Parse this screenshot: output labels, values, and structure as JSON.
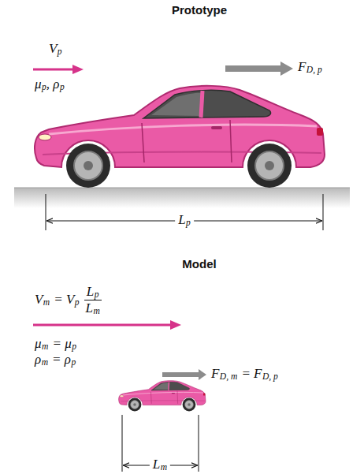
{
  "diagram": {
    "labels": [
      "Prototype",
      "V",
      "p",
      "μ",
      "p",
      ", ρ",
      "p",
      "F",
      "D, p",
      "L",
      "p",
      "Model",
      "V",
      "m",
      "= V",
      "p",
      "L",
      "p",
      "L",
      "m",
      "μ",
      "m",
      "= μ",
      "p",
      "ρ",
      "m",
      "= ρ",
      "p",
      "F",
      "D, m",
      "= F",
      "D, p",
      "L",
      "m"
    ]
  }
}
